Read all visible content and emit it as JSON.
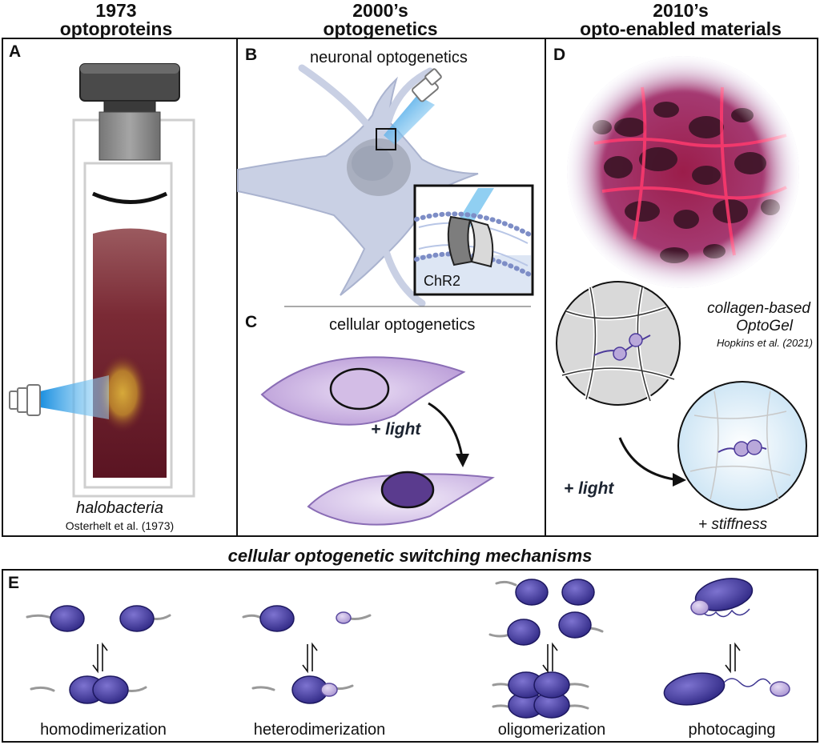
{
  "headers": {
    "col1_year": "1973",
    "col1_title": "optoproteins",
    "col2_year": "2000’s",
    "col2_title": "optogenetics",
    "col3_year": "2010’s",
    "col3_title": "opto-enabled materials"
  },
  "panelA": {
    "letter": "A",
    "caption": "halobacteria",
    "citation": "Osterhelt et al. (1973)"
  },
  "panelB": {
    "letter": "B",
    "title": "neuronal optogenetics",
    "inset_label": "ChR2"
  },
  "panelC": {
    "letter": "C",
    "title": "cellular optogenetics",
    "arrow_label": "+ light"
  },
  "panelD": {
    "letter": "D",
    "material_line1": "collagen-based",
    "material_line2": "OptoGel",
    "citation": "Hopkins et al. (2021)",
    "arrow_label": "+ light",
    "result_label": "+ stiffness"
  },
  "panelE": {
    "section_title": "cellular optogenetic switching mechanisms",
    "letter": "E",
    "mechanisms": [
      "homodimerization",
      "heterodimerization",
      "oligomerization",
      "photocaging"
    ]
  },
  "colors": {
    "protein_dark": "#3c3490",
    "protein_light": "#b9a8da",
    "light_blue": "#2fa3e6",
    "culture_red": "#6b1c28",
    "cell_purple": "#c9b2df",
    "neuron": "#c8cfe2",
    "collagen_pink": "#e0245e"
  },
  "icons": [
    "flashlight-icon",
    "microscope-objective-icon",
    "equilibrium-arrows-icon"
  ]
}
